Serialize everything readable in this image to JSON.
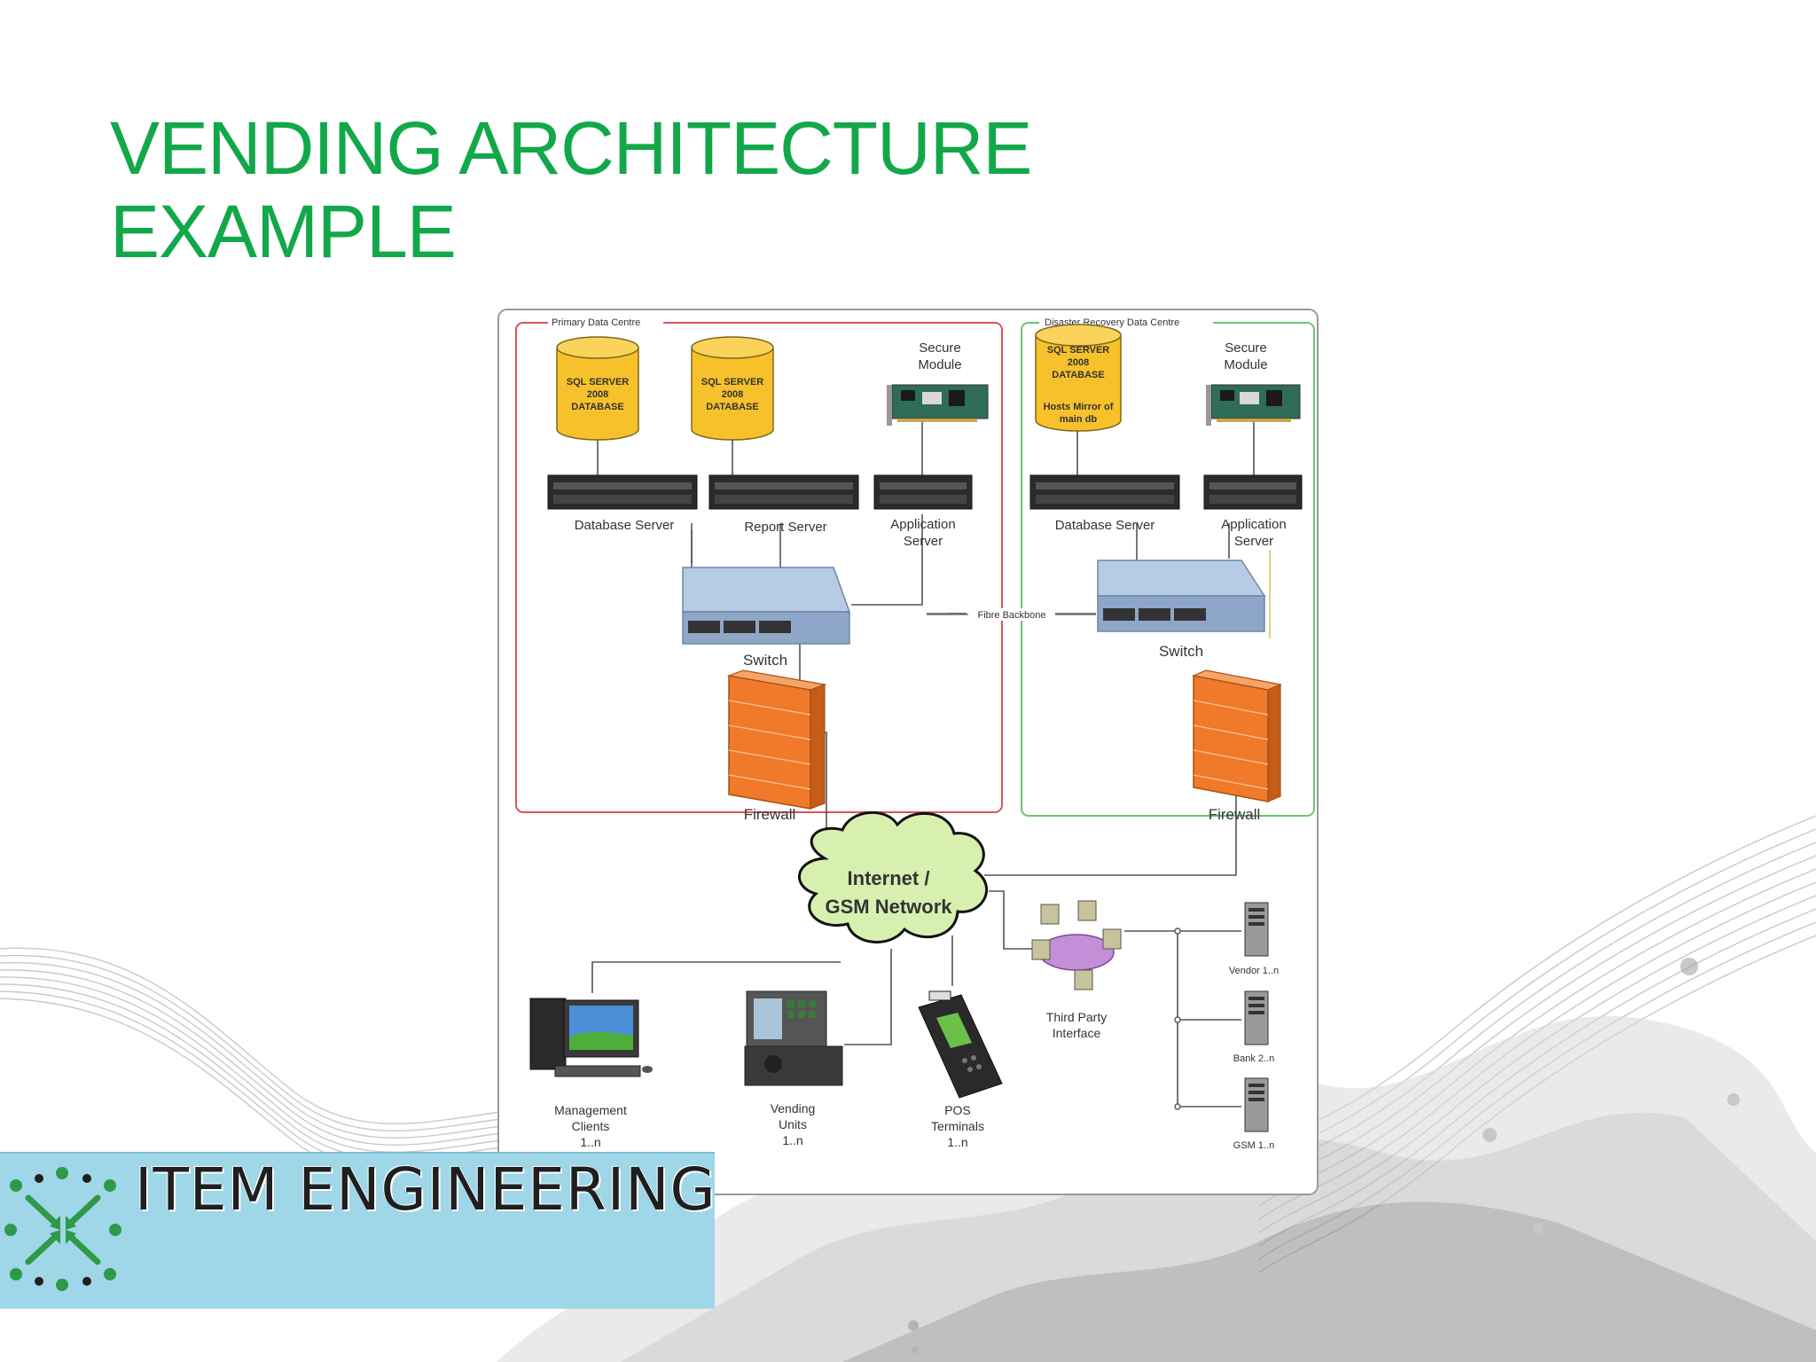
{
  "slide": {
    "title_line1": "VENDING ARCHITECTURE",
    "title_line2": "EXAMPLE"
  },
  "colors": {
    "title": "#12a84a",
    "primary_zone": "#d9545a",
    "dr_zone": "#6cc46c",
    "database": "#f7c12b",
    "firewall": "#f07a2a",
    "switch": "#9fb6d4",
    "cloud": "#d7f0b0",
    "logo_bar": "#9fd7e8"
  },
  "diagram": {
    "primary_zone_label": "Primary Data Centre",
    "dr_zone_label": "Disaster Recovery Data Centre",
    "primary": {
      "db1": [
        "SQL SERVER",
        "2008",
        "DATABASE"
      ],
      "db2": [
        "SQL SERVER",
        "2008",
        "DATABASE"
      ],
      "secure_module": [
        "Secure",
        "Module"
      ],
      "database_server": "Database Server",
      "report_server": "Report Server",
      "application_server": [
        "Application",
        "Server"
      ],
      "switch": "Switch",
      "firewall": "Firewall"
    },
    "dr": {
      "db": [
        "SQL SERVER",
        "2008",
        "DATABASE"
      ],
      "db_note": [
        "Hosts Mirror of",
        "main db"
      ],
      "secure_module": [
        "Secure",
        "Module"
      ],
      "database_server": "Database Server",
      "application_server": [
        "Application",
        "Server"
      ],
      "switch": "Switch",
      "firewall": "Firewall"
    },
    "fibre_backbone": "Fibre Backbone",
    "internet": [
      "Internet /",
      "GSM Network"
    ],
    "third_party": [
      "Third Party",
      "Interface"
    ],
    "management_clients": [
      "Management",
      "Clients",
      "1..n"
    ],
    "vending_units": [
      "Vending",
      "Units",
      "1..n"
    ],
    "pos_terminals": [
      "POS",
      "Terminals",
      "1..n"
    ],
    "vendor": "Vendor 1..n",
    "bank": "Bank 2..n",
    "gsm": "GSM 1..n"
  },
  "logo": {
    "text": "ITEM ENGINEERING",
    "mark_icon": "compass-arrows-logo-icon"
  }
}
